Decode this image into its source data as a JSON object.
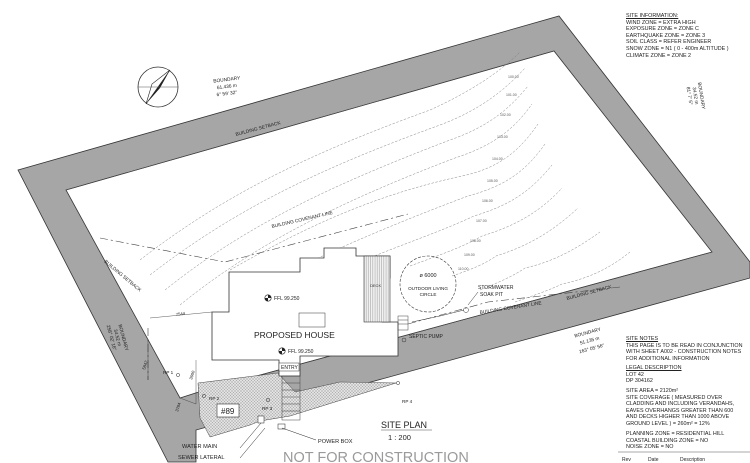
{
  "site_information": {
    "heading": "SITE INFORMATION:",
    "lines": [
      "WIND ZONE = EXTRA HIGH",
      "EXPOSURE ZONE = ZONE C",
      "EARTHQUAKE ZONE = ZONE 3",
      "SOIL CLASS = REFER ENGINEER",
      "SNOW ZONE = N1 ( 0 - 400m ALTITUDE )",
      "CLIMATE ZONE = ZONE 2"
    ]
  },
  "site_notes": {
    "heading": "SITE NOTES",
    "lines": [
      "THIS PAGE IS TO BE READ IN CONJUNCTION",
      "WITH SHEET A002 - CONSTRUCTION NOTES",
      "FOR ADDITIONAL INFORMATION"
    ]
  },
  "legal_description": {
    "heading": "LEGAL DESCRIPTION",
    "lines": [
      "LOT 42",
      "DP 304162"
    ]
  },
  "site_coverage": {
    "lines": [
      "SITE AREA = 2120m²",
      "SITE COVERAGE ( MEASURED OVER",
      "CLADDING AND INCLUDING VERANDAHS,",
      "EAVES OVERHANGS GREATER THAN 600",
      "AND DECKS HIGHER THAN 1000 ABOVE",
      "GROUND LEVEL ) = 260m² = 12%"
    ]
  },
  "zoning": {
    "lines": [
      "PLANNING ZONE = RESIDENTIAL HILL",
      "COASTAL BUILDING ZONE = NO",
      "NOISE ZONE = NO"
    ]
  },
  "revision_table": {
    "rev": "Rev",
    "date": "Date",
    "description": "Description"
  },
  "plan": {
    "boundary_top": {
      "label": "BOUNDARY",
      "length": "61.436 m",
      "bearing": "6° 59' 32\""
    },
    "boundary_right": {
      "label": "BOUNDARY",
      "length": "34.52 m",
      "bearing": "81° 7' 5\""
    },
    "boundary_bottom_right": {
      "label": "BOUNDARY",
      "length": "51.135 m",
      "bearing": "163° 05' 56\""
    },
    "boundary_left": {
      "label": "BOUNDARY",
      "length": "34.52 m",
      "bearing": "258° 02' 16\""
    },
    "building_setback": "BUILDING SETBACK",
    "building_covenant_line": "BUILDING COVENANT LINE",
    "proposed_house": "PROPOSED HOUSE",
    "ffl_upper": "FFL 99.250",
    "ffl_lower": "FFL 99.250",
    "deck": "DECK",
    "entry": "ENTRY",
    "outdoor_circle": {
      "diameter": "ø 6000",
      "line1": "OUTDOOR LIVING",
      "line2": "CIRCLE"
    },
    "stormwater": {
      "line1": "STORMWATER",
      "line2": "SOAK PIT"
    },
    "septic_pump": "SEPTIC PUMP",
    "house_number": "#89",
    "rp_labels": [
      "RP 1",
      "RP 2",
      "RP 3",
      "RP 4"
    ],
    "dimensions": [
      "7544",
      "5847",
      "3600",
      "3784"
    ],
    "water_main": "WATER MAIN",
    "sewer_lateral": "SEWER LATERAL",
    "power_box": "POWER BOX",
    "contours": [
      "100.00",
      "101.00",
      "102.00",
      "103.00",
      "104.00",
      "105.00",
      "106.00",
      "107.00",
      "108.00",
      "109.00",
      "110.00"
    ]
  },
  "title_block": {
    "title": "SITE PLAN",
    "scale": "1 : 200",
    "stamp": "NOT FOR CONSTRUCTION"
  }
}
